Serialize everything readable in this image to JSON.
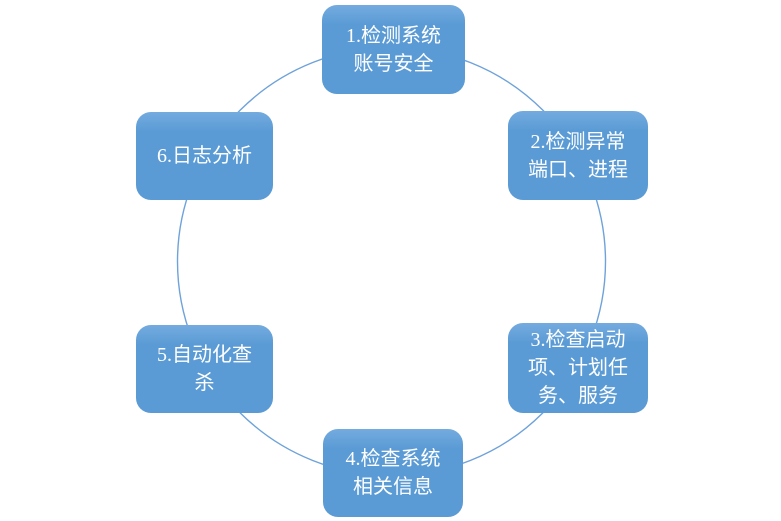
{
  "theme": {
    "background": "#ffffff",
    "node_fill": "#5b9bd5",
    "node_fill_highlight": "#74abdf",
    "node_text": "#ffffff",
    "ring_stroke": "#6ea2da"
  },
  "diagram": {
    "type": "cycle",
    "nodes": [
      {
        "label": "1.检测系统\n账号安全"
      },
      {
        "label": "2.检测异常\n端口、进程"
      },
      {
        "label": "3.检查启动\n项、计划任\n务、服务"
      },
      {
        "label": "4.检查系统\n相关信息"
      },
      {
        "label": "5.自动化查\n杀"
      },
      {
        "label": "6.日志分析"
      }
    ]
  }
}
